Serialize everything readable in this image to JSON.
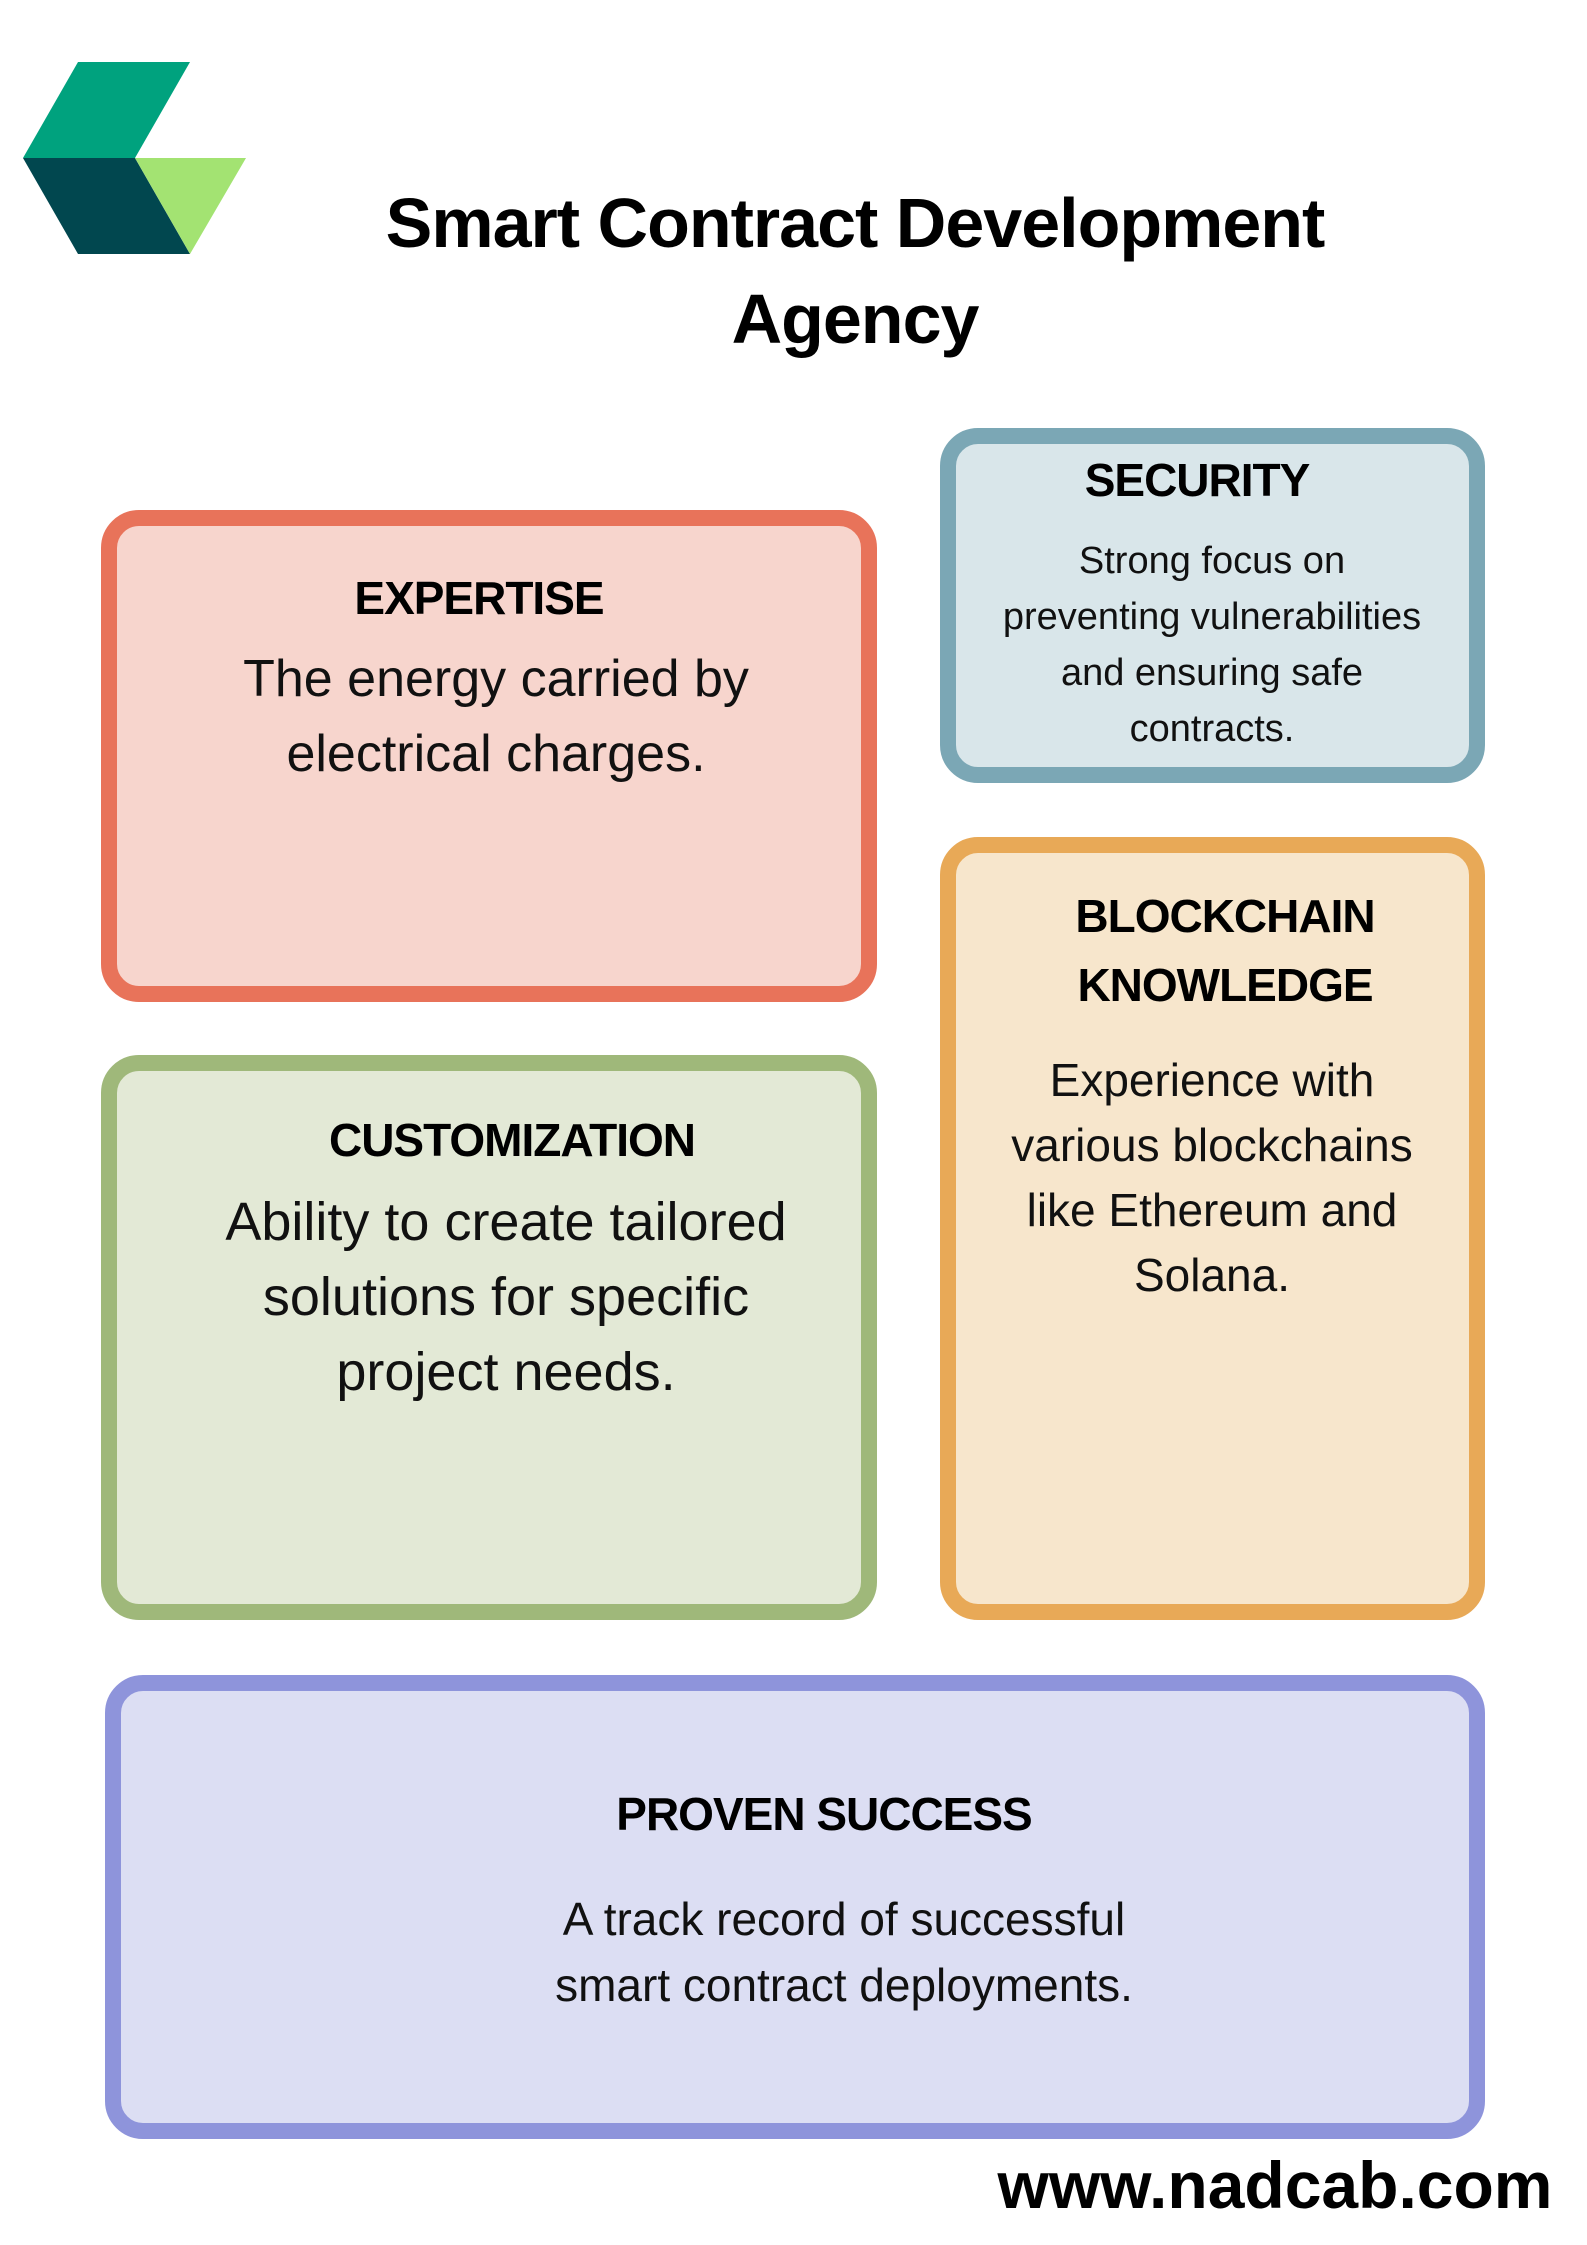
{
  "title": {
    "line1": "Smart Contract Development",
    "line2": "Agency"
  },
  "logo": {
    "name": "nadcab-logo",
    "colors": {
      "top": "#00A27E",
      "bottom": "#01474F",
      "triangle": "#A3E372"
    }
  },
  "cards": {
    "expertise": {
      "heading": "EXPERTISE",
      "lines": [
        "The energy carried by",
        "electrical charges."
      ],
      "border": "#E8735A",
      "fill": "#F7D5CD"
    },
    "security": {
      "heading": "SECURITY",
      "lines": [
        "Strong focus on",
        "preventing vulnerabilities",
        "and ensuring safe",
        "contracts."
      ],
      "border": "#7BA7B5",
      "fill": "#D9E6EA"
    },
    "blockchain": {
      "heading_lines": [
        "BLOCKCHAIN",
        "KNOWLEDGE"
      ],
      "lines": [
        "Experience with",
        "various blockchains",
        "like Ethereum and",
        "Solana."
      ],
      "border": "#E8A957",
      "fill": "#F7E6CC"
    },
    "customization": {
      "heading": "CUSTOMIZATION",
      "lines": [
        "Ability to create tailored",
        "solutions for specific",
        "project needs."
      ],
      "border": "#9FB87A",
      "fill": "#E3E9D6"
    },
    "proven": {
      "heading": "PROVEN SUCCESS",
      "lines": [
        "A track record of successful",
        "smart contract deployments."
      ],
      "border": "#8E94DB",
      "fill": "#DCDEF3"
    }
  },
  "footer": {
    "url": "www.nadcab.com"
  }
}
